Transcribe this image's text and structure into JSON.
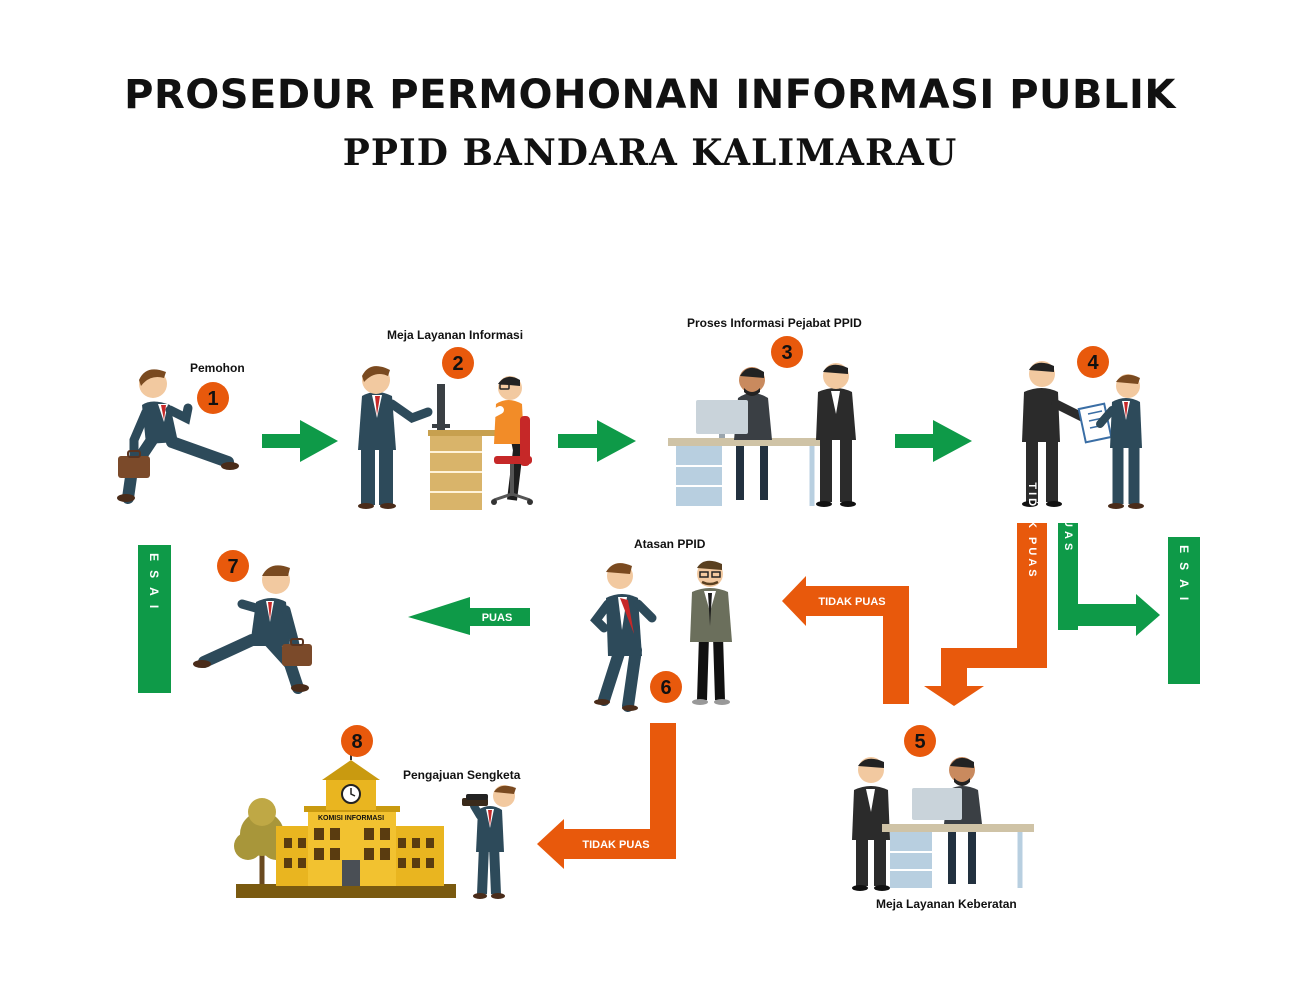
{
  "title": "PROSEDUR PERMOHONAN INFORMASI PUBLIK",
  "subtitle": "PPID BANDARA KALIMARAU",
  "colors": {
    "orange": "#E8590C",
    "green": "#0E9A48",
    "suit": "#2D4A5A",
    "dark_suit": "#2B2B2B",
    "building": "#E9B520",
    "tree": "#A8963A",
    "desk_top": "#CFC3A6",
    "cabinet": "#B8CFE0",
    "chair": "#3A3F44"
  },
  "steps": [
    {
      "number": "1",
      "label": "Pemohon"
    },
    {
      "number": "2",
      "label": "Meja Layanan Informasi"
    },
    {
      "number": "3",
      "label": "Proses Informasi Pejabat PPID"
    },
    {
      "number": "4",
      "label": ""
    },
    {
      "number": "5",
      "label": "Meja Layanan Keberatan"
    },
    {
      "number": "6",
      "label": "Atasan PPID"
    },
    {
      "number": "7",
      "label": ""
    },
    {
      "number": "8",
      "label": "Pengajuan Sengketa"
    }
  ],
  "arrow_labels": {
    "tidak_puas_vertical": "TIDAK PUAS",
    "puas_vertical": "PUAS",
    "tidak_puas_6": "TIDAK PUAS",
    "puas_7": "PUAS",
    "tidak_puas_8": "TIDAK PUAS"
  },
  "finish_labels": {
    "left": "SELESAI",
    "right": "SELESAI"
  },
  "building_sign": "KOMISI INFORMASI",
  "icons": [
    "briefcase-icon",
    "computer-monitor-icon",
    "clock-icon",
    "flag-icon",
    "tree-icon",
    "binoculars-icon",
    "document-icon"
  ]
}
